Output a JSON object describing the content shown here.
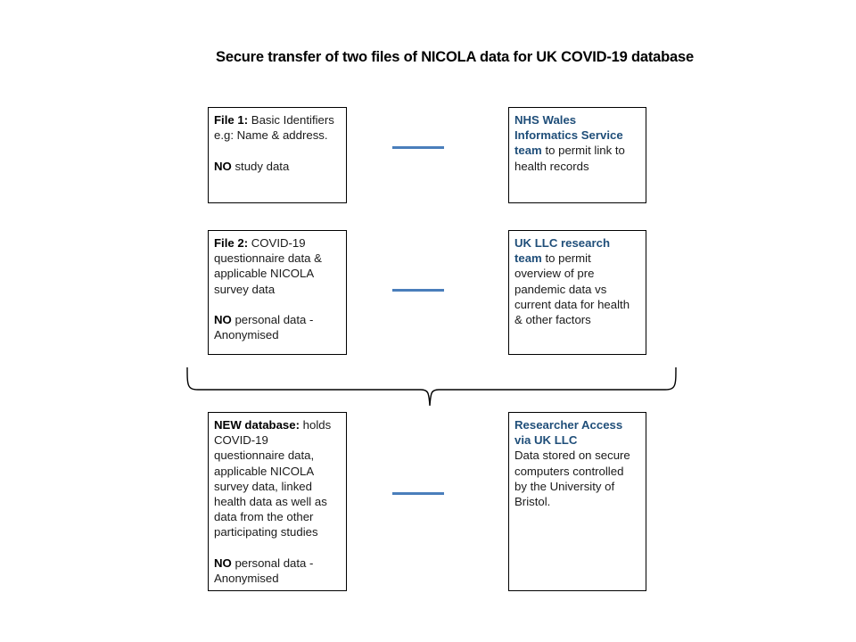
{
  "title": "Secure transfer of two files of NICOLA data for UK COVID-19 database",
  "colors": {
    "heading_blue": "#1F4E79",
    "arrow_blue": "#4A7EBB",
    "box_border": "#000000",
    "background": "#FFFFFF",
    "body_text": "#1A1A1A"
  },
  "boxes": {
    "file1": {
      "label_bold": "File 1:",
      "line1_rest": " Basic Identifiers",
      "line2": "e.g:  Name & address.",
      "no_bold": "NO",
      "no_rest": " study data"
    },
    "nhs_wales": {
      "heading_line1": "NHS Wales",
      "heading_line2": "Informatics Service",
      "heading_line3": "team",
      "body_after_heading": " to permit link to",
      "body_line2": "health records"
    },
    "file2": {
      "label_bold": "File 2:",
      "line1_rest": " COVID-19",
      "line2": "questionnaire data &",
      "line3": "applicable NICOLA",
      "line4": "survey data",
      "no_bold": "NO",
      "no_rest": " personal data  -",
      "no_line2": "Anonymised"
    },
    "uk_llc": {
      "heading_line1": "UK LLC research",
      "heading_line2": "team",
      "body_after_heading": " to permit",
      "body_line2": "overview of pre",
      "body_line3": "pandemic data vs",
      "body_line4": "current data for health",
      "body_line5": "& other factors"
    },
    "new_database": {
      "label_bold": "NEW database:",
      "line1_rest": "  holds",
      "line2": "COVID-19",
      "line3": "questionnaire data,",
      "line4": "applicable NICOLA",
      "line5": "survey data, linked",
      "line6": "health data as well as",
      "line7": "data from the other",
      "line8": "participating studies",
      "no_bold": "NO",
      "no_rest": " personal data  -",
      "no_line2": "Anonymised"
    },
    "researcher_access": {
      "heading_line1": "Researcher Access",
      "heading_line2": "via UK LLC",
      "body_line1": "Data stored on secure",
      "body_line2": "computers controlled",
      "body_line3": "by the University of",
      "body_line4": "Bristol."
    }
  },
  "connectors": {
    "arrow1_name": "file1-to-nhs-arrow",
    "arrow2_name": "file2-to-ukllc-arrow",
    "arrow3_name": "newdb-to-researcher-arrow",
    "brace_name": "merge-brace"
  }
}
